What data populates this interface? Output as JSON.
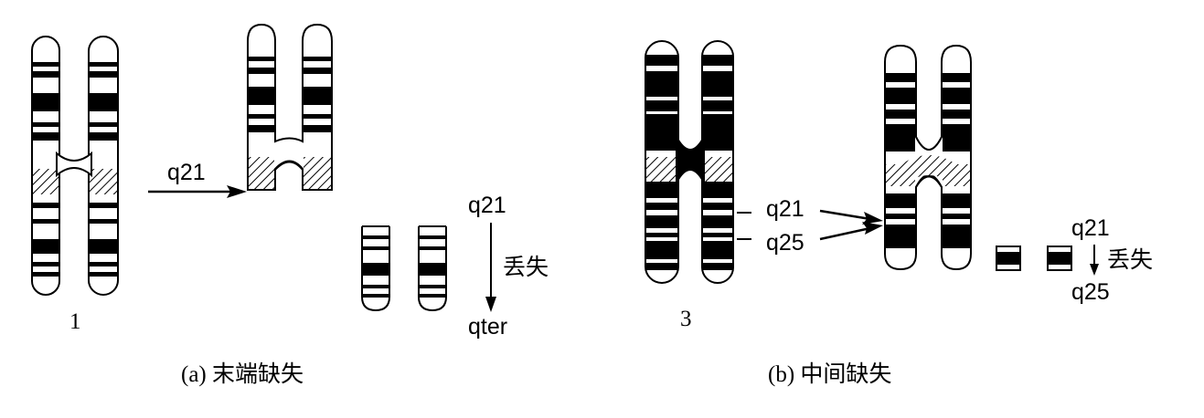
{
  "panel_a": {
    "chromosome_number": "1",
    "arrow_label": "q21",
    "fragment_top_label": "q21",
    "loss_label": "丢失",
    "fragment_bottom_label": "qter",
    "caption": "(a) 末端缺失"
  },
  "panel_b": {
    "chromosome_number": "3",
    "marker_upper": "q21",
    "marker_lower": "q25",
    "fragment_top_label": "q21",
    "loss_label": "丢失",
    "fragment_bottom_label": "q25",
    "caption": "(b) 中间缺失"
  },
  "colors": {
    "ink": "#000000",
    "background": "#ffffff"
  }
}
